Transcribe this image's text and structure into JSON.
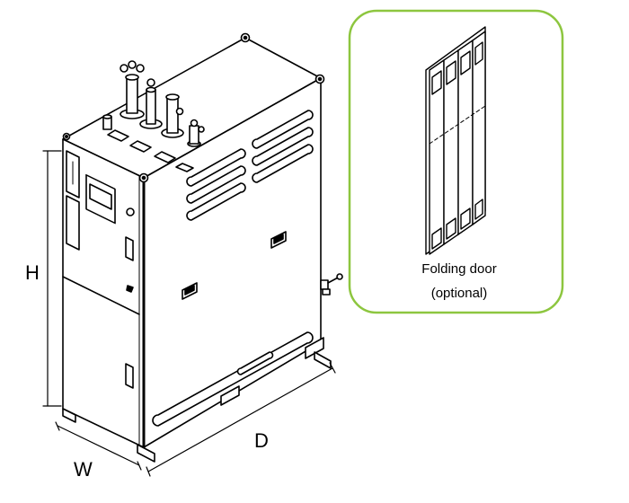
{
  "dimensions": {
    "height_label": "H",
    "width_label": "W",
    "depth_label": "D"
  },
  "callout": {
    "title": "Folding door",
    "note": "(optional)",
    "border_color": "#8dc63f"
  },
  "colors": {
    "line": "#000000",
    "background": "#ffffff"
  }
}
